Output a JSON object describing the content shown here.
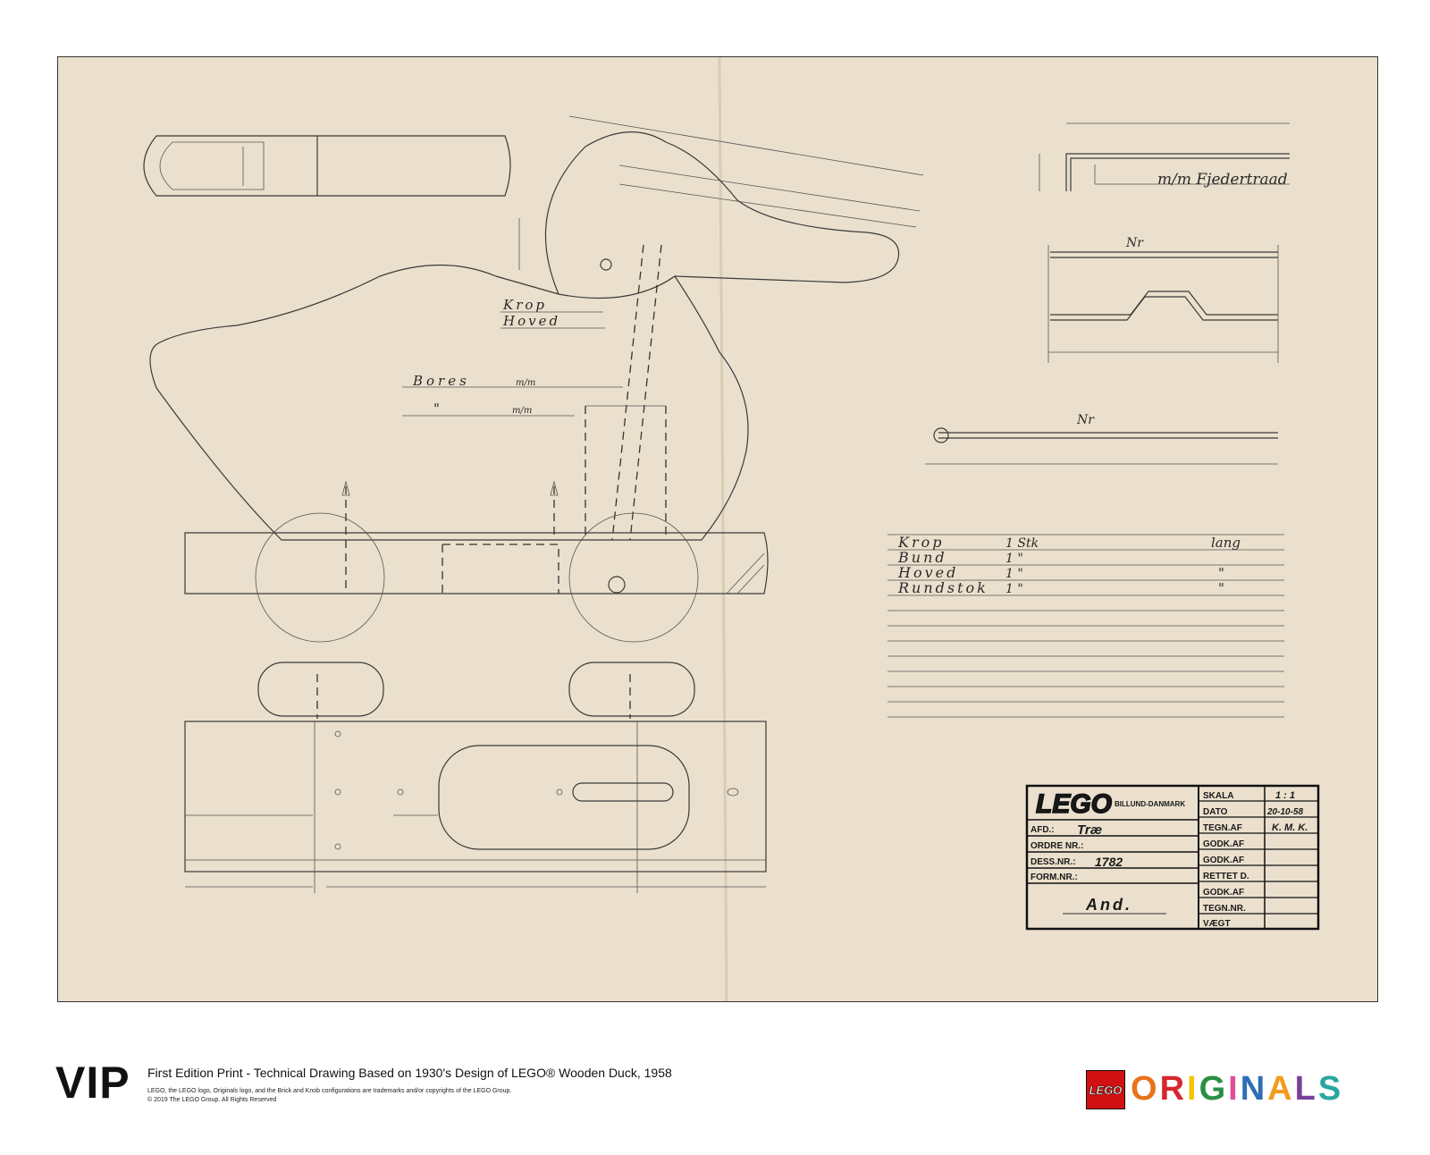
{
  "drawing": {
    "labels": {
      "spring_wire": "m/m Fjedertraad",
      "nr_1": "Nr",
      "nr_2": "Nr",
      "krop": "Krop",
      "hoved": "Hoved",
      "bores": "Bores",
      "mm_1": "m/m",
      "quote_1": "\"",
      "mm_2": "m/m"
    },
    "parts_list": [
      {
        "name": "Krop",
        "qty": "1 Stk",
        "note": "lang"
      },
      {
        "name": "Bund",
        "qty": "1 \"",
        "note": ""
      },
      {
        "name": "Hoved",
        "qty": "1 \"",
        "note": "\""
      },
      {
        "name": "Rundstok",
        "qty": "1 \"",
        "note": "\""
      }
    ],
    "title_block": {
      "logo": "LEGO",
      "company": "BILLUND-DANMARK",
      "afd_label": "AFD.:",
      "afd_value": "Træ",
      "ordre_label": "ORDRE NR.:",
      "dess_label": "DESS.NR.:",
      "dess_value": "1782",
      "form_label": "FORM.NR.:",
      "part_name": "And.",
      "right_labels": [
        "SKALA",
        "DATO",
        "TEGN.AF",
        "GODK.AF",
        "GODK.AF",
        "RETTET D.",
        "GODK.AF",
        "TEGN.NR.",
        "VÆGT"
      ],
      "right_values": [
        "1 : 1",
        "20-10-58",
        "K. M. K.",
        "",
        "",
        "",
        "",
        "",
        ""
      ]
    }
  },
  "footer": {
    "vip": "VIP",
    "caption": "First Edition Print - Technical Drawing Based on 1930's Design of LEGO® Wooden Duck, 1958",
    "legal_1": "LEGO, the LEGO logo, Originals logo, and the Brick and Knob configurations are trademarks and/or copyrights of the LEGO Group.",
    "legal_2": "© 2019 The LEGO Group. All Rights Reserved",
    "lego_logo": "LEGO",
    "originals": [
      "O",
      "R",
      "I",
      "G",
      "I",
      "N",
      "A",
      "L",
      "S"
    ],
    "originals_colors": [
      "#e8731c",
      "#d8262f",
      "#f3c500",
      "#2a8f43",
      "#e05098",
      "#2f6db5",
      "#f29b1d",
      "#7b3f9a",
      "#2aa6a0"
    ]
  }
}
